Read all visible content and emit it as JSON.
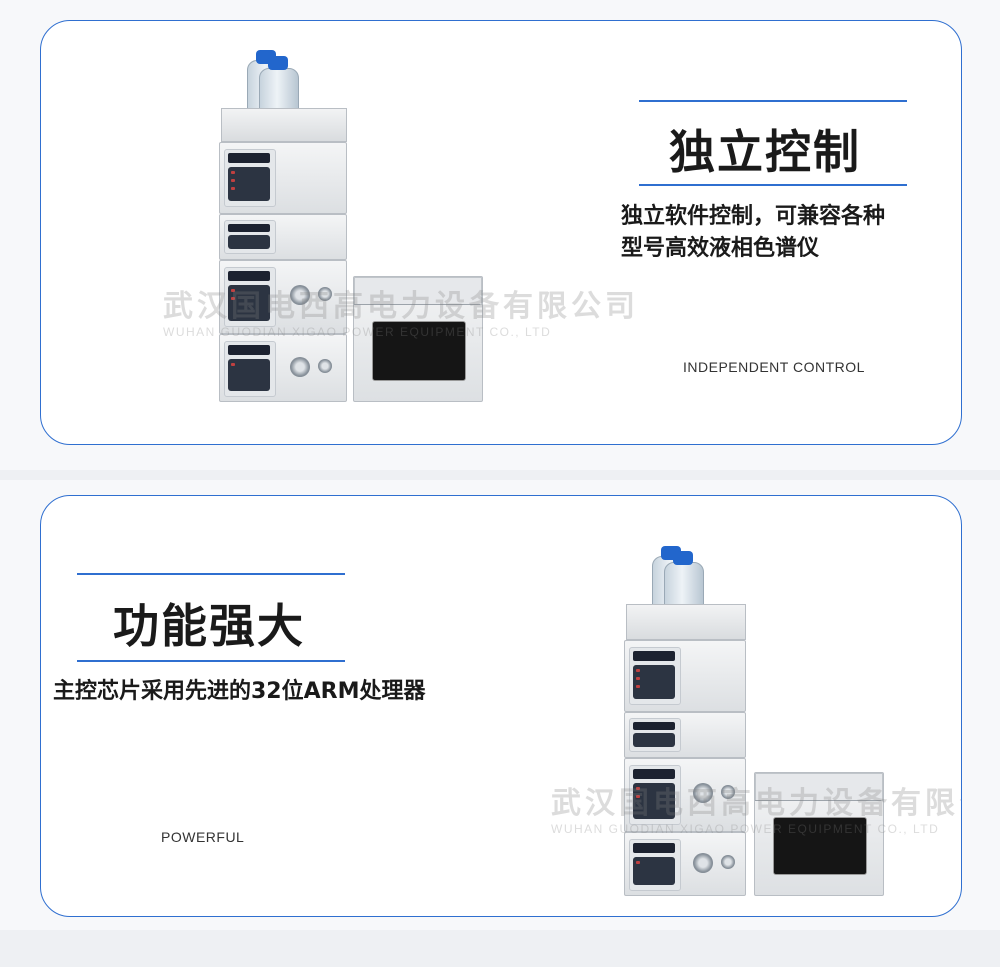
{
  "section1": {
    "title": "独立控制",
    "desc_line1": "独立软件控制，可兼容各种",
    "desc_line2": "型号高效液相色谱仪",
    "english": "INDEPENDENT CONTROL"
  },
  "section2": {
    "title": "功能强大",
    "desc": "主控芯片采用先进的32位ARM处理器",
    "english": "POWERFUL"
  },
  "watermark": {
    "cn": "武汉国电西高电力设备有限公司",
    "en": "WUHAN GUODIAN XIGAO POWER EQUIPMENT CO., LTD"
  },
  "colors": {
    "accent": "#2f6fd0",
    "text": "#1a1a1a"
  }
}
